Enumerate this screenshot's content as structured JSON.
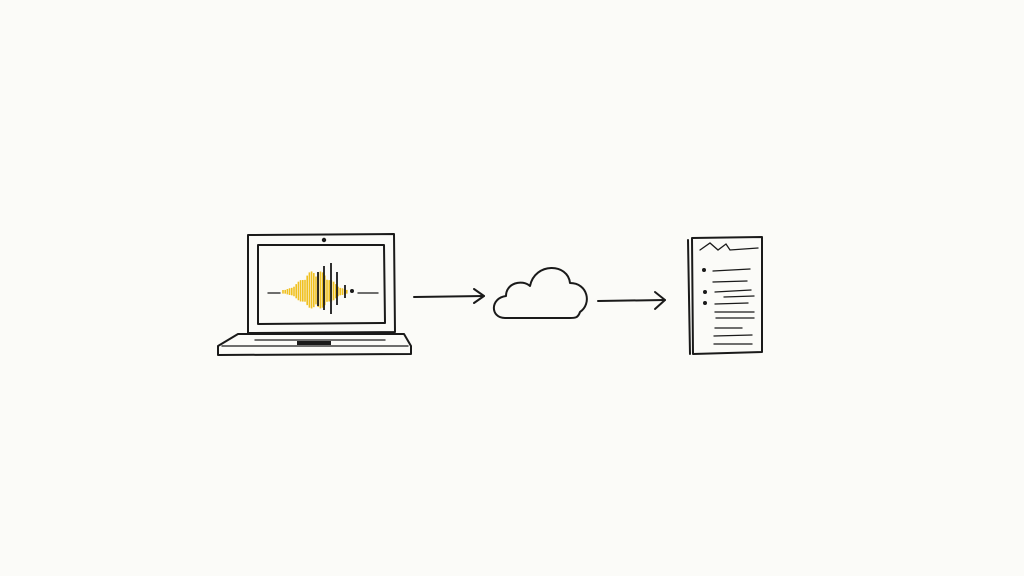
{
  "diagram": {
    "nodes": [
      {
        "id": "laptop",
        "icon": "laptop-audio-waveform-icon"
      },
      {
        "id": "cloud",
        "icon": "cloud-icon"
      },
      {
        "id": "document",
        "icon": "document-notes-icon"
      }
    ],
    "edges": [
      {
        "from": "laptop",
        "to": "cloud"
      },
      {
        "from": "cloud",
        "to": "document"
      }
    ],
    "colors": {
      "background": "#fbfbf8",
      "ink": "#1a1a1a",
      "waveform": "#f0c020"
    }
  }
}
